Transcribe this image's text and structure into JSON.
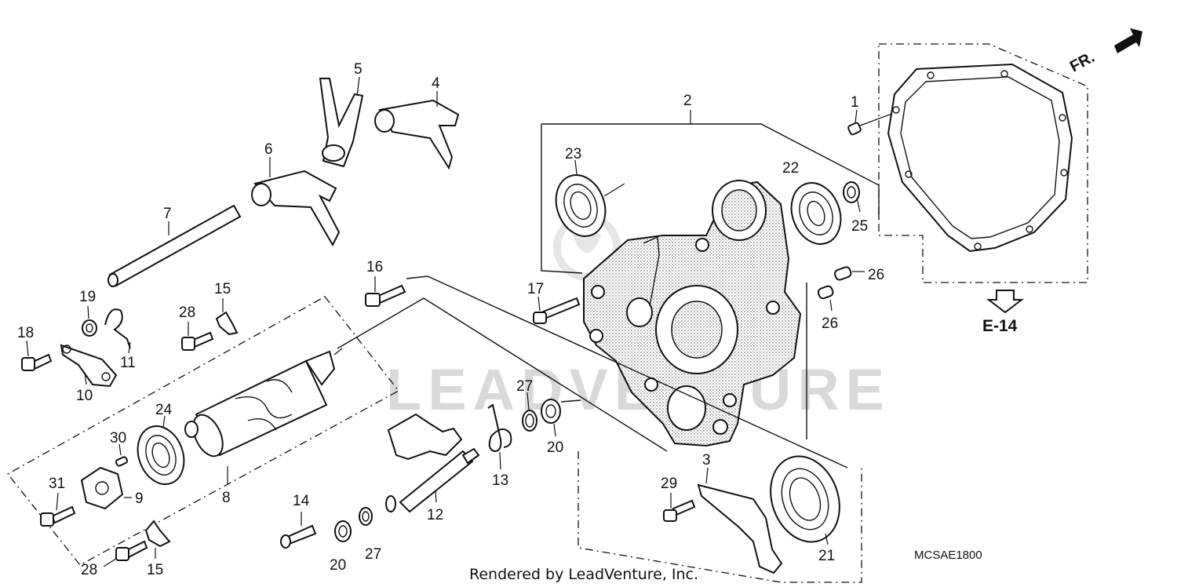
{
  "diagram": {
    "watermark": "LEADVENTURE",
    "reference_code": "MCSAE1800",
    "credit": "Rendered by LeadVenture, Inc.",
    "direction_label": "FR.",
    "ref_label": "E-14"
  },
  "callouts": {
    "p1": "1",
    "p2": "2",
    "p3": "3",
    "p4": "4",
    "p5": "5",
    "p6": "6",
    "p7": "7",
    "p8": "8",
    "p9": "9",
    "p10": "10",
    "p11": "11",
    "p12": "12",
    "p13": "13",
    "p14": "14",
    "p15a": "15",
    "p15b": "15",
    "p16": "16",
    "p17": "17",
    "p18": "18",
    "p19": "19",
    "p20a": "20",
    "p20b": "20",
    "p21": "21",
    "p22": "22",
    "p23": "23",
    "p24": "24",
    "p25": "25",
    "p26a": "26",
    "p26b": "26",
    "p27a": "27",
    "p27b": "27",
    "p28a": "28",
    "p28b": "28",
    "p29": "29",
    "p30": "30",
    "p31": "31"
  }
}
